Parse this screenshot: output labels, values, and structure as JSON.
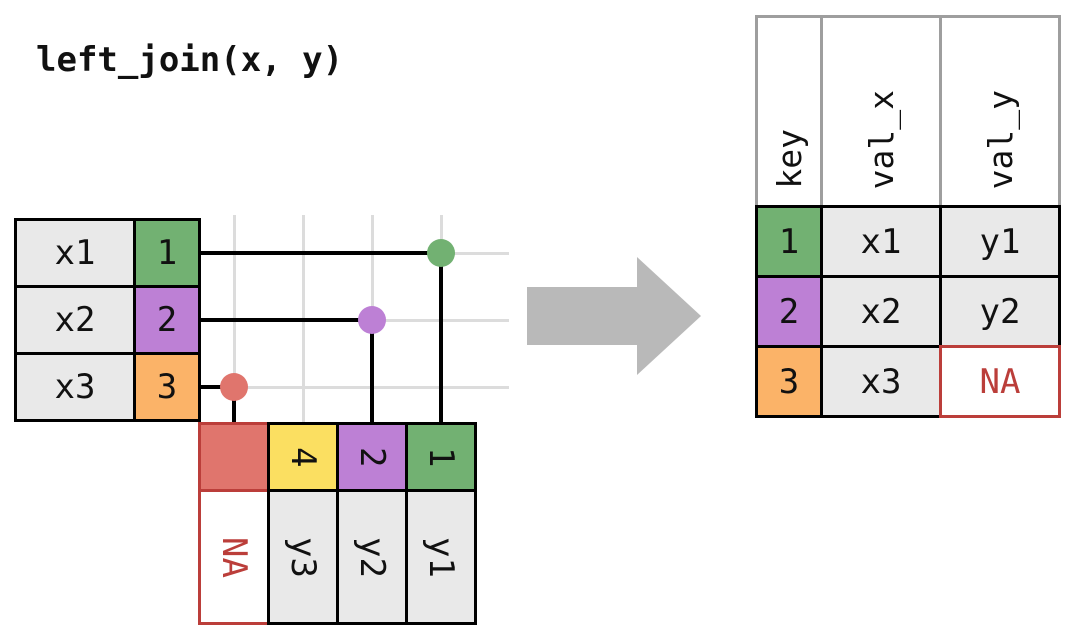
{
  "title": "left_join(x, y)",
  "colors": {
    "green": "#72b172",
    "purple": "#bd80d5",
    "orange": "#fbb368",
    "yellow": "#fbdf61",
    "salmon": "#e0756d",
    "red": "#bb3e3a",
    "gray_cell": "#e9e9e9",
    "line_black": "#000000",
    "line_faint": "#dcdcdc",
    "arrow_gray": "#b9b9b9",
    "header_border": "#9e9e9e"
  },
  "x_table": {
    "rows": [
      {
        "val": "x1",
        "key": "1",
        "key_color": "green"
      },
      {
        "val": "x2",
        "key": "2",
        "key_color": "purple"
      },
      {
        "val": "x3",
        "key": "3",
        "key_color": "orange"
      }
    ]
  },
  "y_table": {
    "columns": [
      {
        "key": "",
        "val": "NA",
        "key_color": "salmon",
        "is_na": true
      },
      {
        "key": "4",
        "val": "y3",
        "key_color": "yellow",
        "is_na": false
      },
      {
        "key": "2",
        "val": "y2",
        "key_color": "purple",
        "is_na": false
      },
      {
        "key": "1",
        "val": "y1",
        "key_color": "green",
        "is_na": false
      }
    ]
  },
  "connections": [
    {
      "from_key": "1",
      "to_key": "1",
      "color": "green"
    },
    {
      "from_key": "2",
      "to_key": "2",
      "color": "purple"
    },
    {
      "from_key": "3",
      "to_key": "NA",
      "color": "salmon"
    }
  ],
  "result_table": {
    "headers": [
      "key",
      "val_x",
      "val_y"
    ],
    "rows": [
      {
        "key": "1",
        "key_color": "green",
        "val_x": "x1",
        "val_y": "y1",
        "val_y_na": false
      },
      {
        "key": "2",
        "key_color": "purple",
        "val_x": "x2",
        "val_y": "y2",
        "val_y_na": false
      },
      {
        "key": "3",
        "key_color": "orange",
        "val_x": "x3",
        "val_y": "NA",
        "val_y_na": true
      }
    ]
  }
}
